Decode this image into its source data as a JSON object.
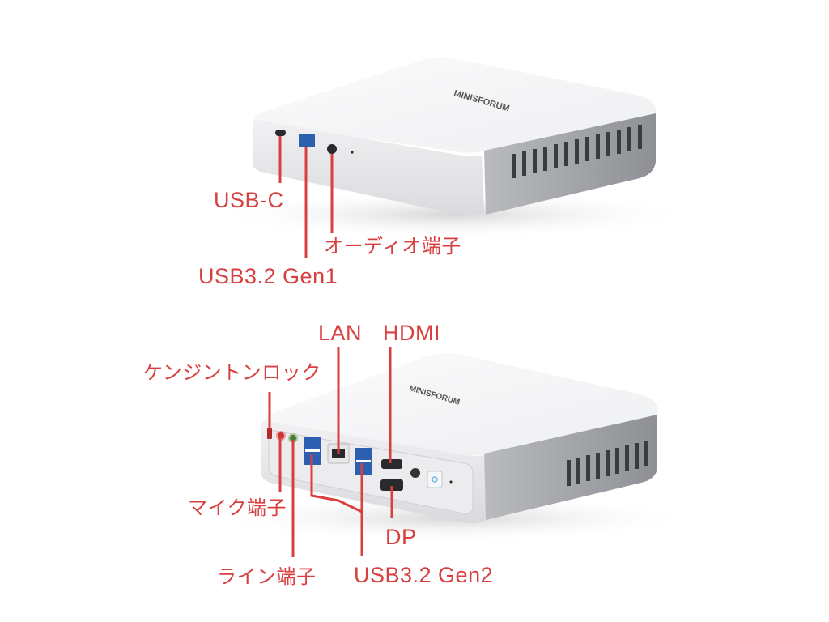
{
  "figure": {
    "description": "Mini PC front and rear port diagram",
    "brand_text": "MINISFORUM",
    "accent_color": "#d8403f",
    "front_view": {
      "labels": [
        {
          "id": "usb_c",
          "text": "USB-C"
        },
        {
          "id": "usb32_gen1",
          "text": "USB3.2 Gen1"
        },
        {
          "id": "audio",
          "text": "オーディオ端子"
        }
      ]
    },
    "rear_view": {
      "labels": [
        {
          "id": "kensington",
          "text": "ケンジントンロック"
        },
        {
          "id": "lan",
          "text": "LAN"
        },
        {
          "id": "hdmi",
          "text": "HDMI"
        },
        {
          "id": "mic",
          "text": "マイク端子"
        },
        {
          "id": "line",
          "text": "ライン端子"
        },
        {
          "id": "dp",
          "text": "DP"
        },
        {
          "id": "usb32_gen2",
          "text": "USB3.2 Gen2"
        }
      ]
    }
  }
}
